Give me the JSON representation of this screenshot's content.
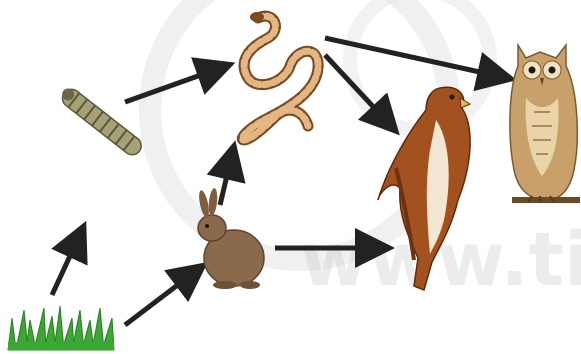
{
  "figure": {
    "type": "food-web",
    "watermark_text": "www.tiz",
    "colors": {
      "arrow": "#222222",
      "grass": "#3aa832",
      "caterpillar": "#8b8a5a",
      "snake": "#c08a55",
      "rabbit": "#8a6a4a",
      "hawk": "#8b3a1a",
      "owl": "#c8a06a",
      "watermark": "#c9c9c9"
    }
  },
  "organisms": [
    {
      "id": "grass",
      "icon": "grass-icon"
    },
    {
      "id": "caterpillar",
      "icon": "caterpillar-icon"
    },
    {
      "id": "rabbit",
      "icon": "rabbit-icon"
    },
    {
      "id": "snake",
      "icon": "snake-icon"
    },
    {
      "id": "hawk",
      "icon": "hawk-icon"
    },
    {
      "id": "owl",
      "icon": "owl-icon"
    }
  ],
  "links": [
    {
      "from": "grass",
      "to": "caterpillar"
    },
    {
      "from": "grass",
      "to": "rabbit"
    },
    {
      "from": "caterpillar",
      "to": "snake"
    },
    {
      "from": "rabbit",
      "to": "snake"
    },
    {
      "from": "rabbit",
      "to": "hawk"
    },
    {
      "from": "snake",
      "to": "hawk"
    },
    {
      "from": "snake",
      "to": "owl"
    }
  ]
}
